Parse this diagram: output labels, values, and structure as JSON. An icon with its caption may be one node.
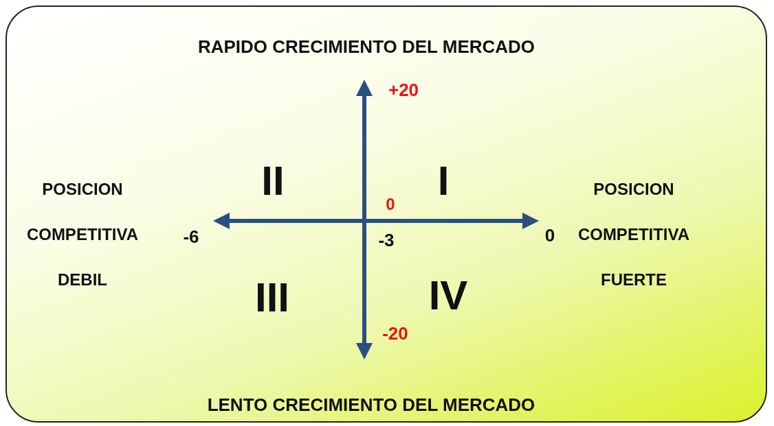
{
  "diagram": {
    "labels": [
      "RAPIDO CRECIMIENTO DEL MERCADO",
      "+20",
      "II",
      "I",
      "POSICION COMPETITIVA DEBIL",
      "0",
      "-6",
      "-3",
      "0",
      "POSICION COMPETITIVA FUERTE",
      "III",
      "IV",
      "-20",
      "LENTO CRECIMIENTO DEL MERCADO"
    ]
  }
}
